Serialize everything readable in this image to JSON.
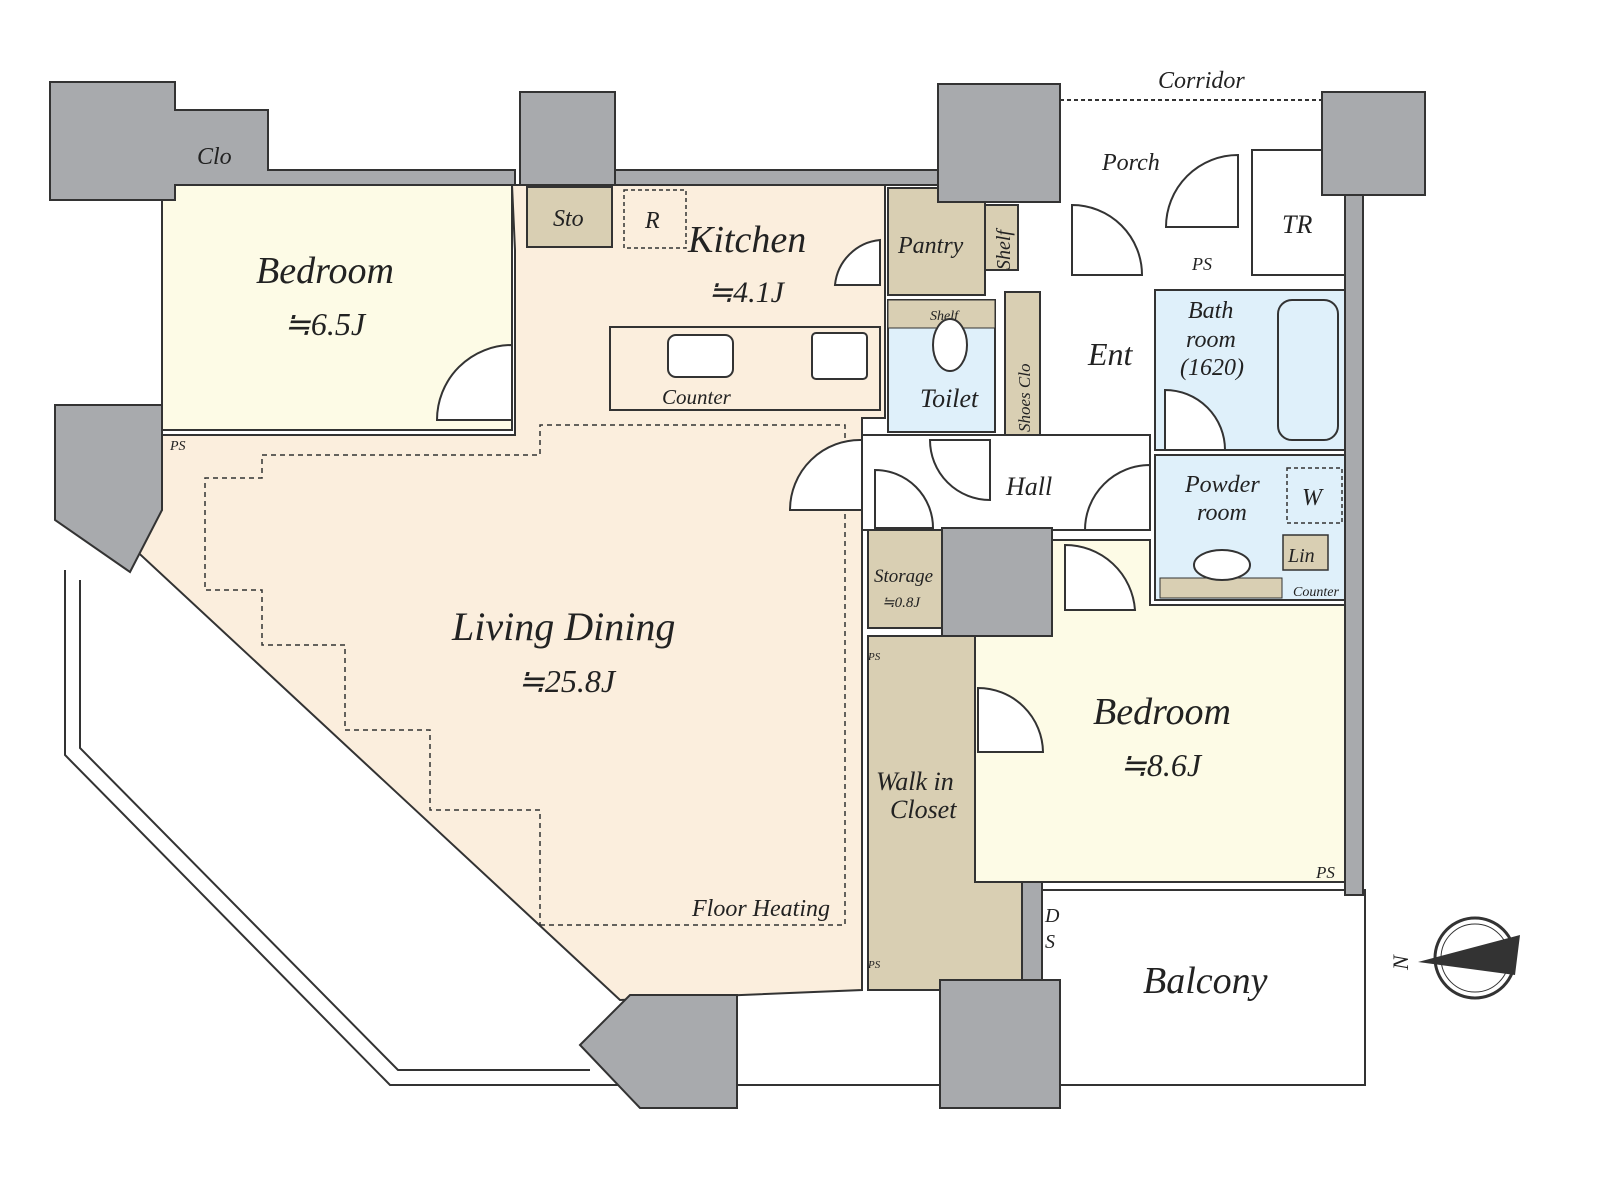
{
  "title": "Floor plan",
  "colors": {
    "wall": "#a8aaad",
    "bedroom": "#fdfbe6",
    "living": "#fbeedd",
    "storage": "#d9cfb3",
    "wet": "#dff0fa"
  },
  "rooms": {
    "corridor": "Corridor",
    "porch": "Porch",
    "tr": "TR",
    "ps_porch": "PS",
    "clo": "Clo",
    "bedroom1": {
      "name": "Bedroom",
      "area": "≒6.5J"
    },
    "sto": "Sto",
    "r": "R",
    "kitchen": {
      "name": "Kitchen",
      "area": "≒4.1J"
    },
    "counter_kitchen": "Counter",
    "pantry": "Pantry",
    "shelf_pantry": "Shelf",
    "shelf_toilet": "Shelf",
    "toilet": "Toilet",
    "shoes_clo": "Shoes Clo",
    "ent": "Ent",
    "bath": {
      "line1": "Bath",
      "line2": "room",
      "line3": "(1620)"
    },
    "ps_bedroom1": "PS",
    "hall": "Hall",
    "powder": {
      "line1": "Powder",
      "line2": "room"
    },
    "w": "W",
    "lin": "Lin",
    "counter_powder": "Counter",
    "storage": {
      "name": "Storage",
      "area": "≒0.8J"
    },
    "ps_wic_top": "PS",
    "ps_wic_bottom": "PS",
    "living": {
      "name": "Living Dining",
      "area": "≒25.8J"
    },
    "floor_heating": "Floor Heating",
    "wic": {
      "line1": "Walk in",
      "line2": "Closet"
    },
    "bedroom2": {
      "name": "Bedroom",
      "area": "≒8.6J"
    },
    "ps_bedroom2": "PS",
    "ds": {
      "line1": "D",
      "line2": "S"
    },
    "balcony": "Balcony"
  },
  "compass": {
    "label": "N"
  }
}
